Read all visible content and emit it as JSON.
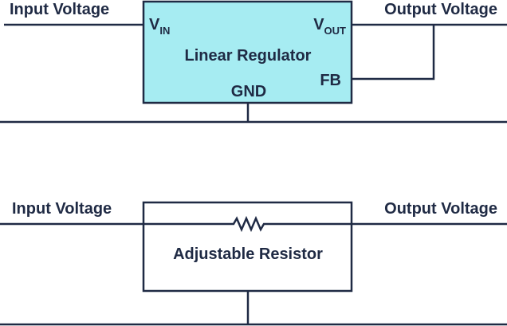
{
  "colors": {
    "line": "#1f2a44",
    "regulator_fill": "#a6ecf2",
    "resistor_fill": "#ffffff"
  },
  "top": {
    "input_label": "Input Voltage",
    "output_label": "Output Voltage",
    "block_title": "Linear Regulator",
    "vin_main": "V",
    "vin_sub": "IN",
    "vout_main": "V",
    "vout_sub": "OUT",
    "fb_label": "FB",
    "gnd_label": "GND"
  },
  "bottom": {
    "input_label": "Input Voltage",
    "output_label": "Output Voltage",
    "block_title": "Adjustable Resistor",
    "resistor_icon": "resistor-zigzag-icon"
  }
}
